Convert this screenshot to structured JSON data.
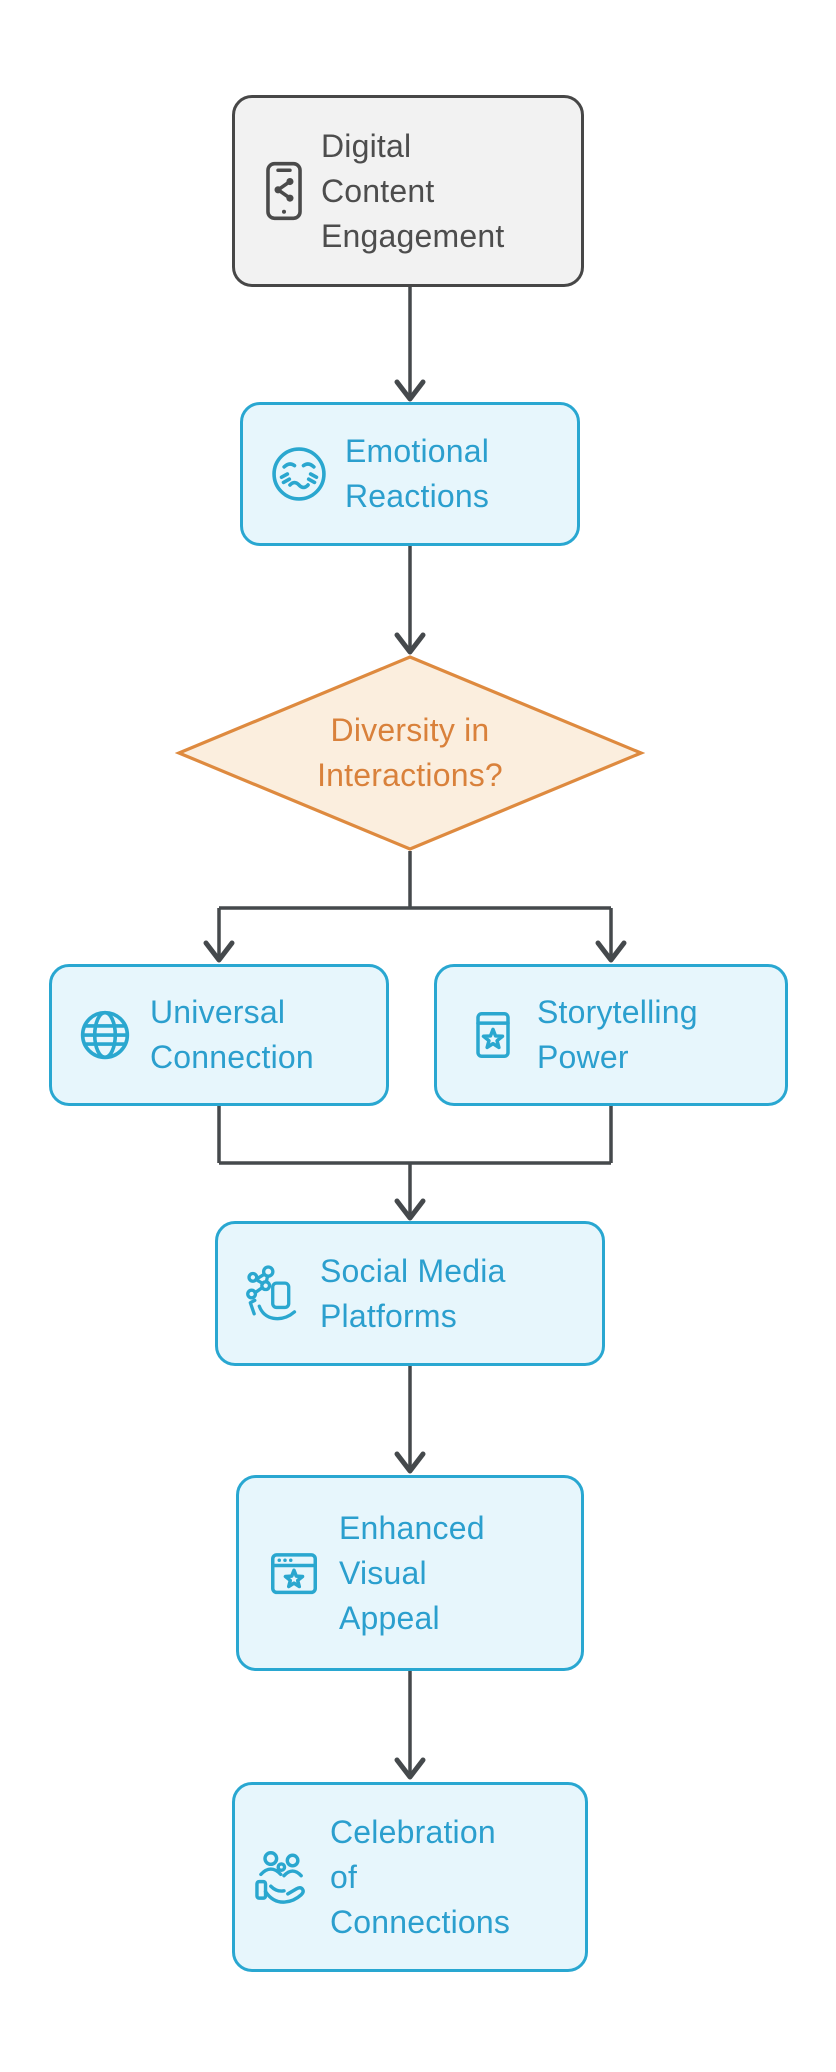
{
  "diagram_type": "flowchart",
  "nodes": {
    "digital_content_engagement": {
      "label": "Digital\nContent\nEngagement",
      "icon": "smartphone-share-icon",
      "shape": "rounded-rect",
      "style": "gray"
    },
    "emotional_reactions": {
      "label": "Emotional\nReactions",
      "icon": "flushed-face-icon",
      "shape": "rounded-rect",
      "style": "blue"
    },
    "diversity_in_interactions": {
      "label": "Diversity in\nInteractions?",
      "shape": "diamond",
      "style": "orange"
    },
    "universal_connection": {
      "label": "Universal\nConnection",
      "icon": "globe-icon",
      "shape": "rounded-rect",
      "style": "blue"
    },
    "storytelling_power": {
      "label": "Storytelling\nPower",
      "icon": "storybook-star-icon",
      "shape": "rounded-rect",
      "style": "blue"
    },
    "social_media_platforms": {
      "label": "Social Media\nPlatforms",
      "icon": "social-network-hand-icon",
      "shape": "rounded-rect",
      "style": "blue"
    },
    "enhanced_visual_appeal": {
      "label": "Enhanced\nVisual\nAppeal",
      "icon": "browser-star-icon",
      "shape": "rounded-rect",
      "style": "blue"
    },
    "celebration_of_connections": {
      "label": "Celebration\nof\nConnections",
      "icon": "people-hand-icon",
      "shape": "rounded-rect",
      "style": "blue"
    }
  },
  "edges": [
    {
      "from": "digital_content_engagement",
      "to": "emotional_reactions"
    },
    {
      "from": "emotional_reactions",
      "to": "diversity_in_interactions"
    },
    {
      "from": "diversity_in_interactions",
      "to": "universal_connection"
    },
    {
      "from": "diversity_in_interactions",
      "to": "storytelling_power"
    },
    {
      "from": "universal_connection",
      "to": "social_media_platforms"
    },
    {
      "from": "storytelling_power",
      "to": "social_media_platforms"
    },
    {
      "from": "social_media_platforms",
      "to": "enhanced_visual_appeal"
    },
    {
      "from": "enhanced_visual_appeal",
      "to": "celebration_of_connections"
    }
  ],
  "colors": {
    "background": "#ffffff",
    "node_fill_blue": "#e7f6fc",
    "node_border_blue": "#29a7d1",
    "node_text_blue": "#2b9fce",
    "icon_blue": "#2aa7cf",
    "start_fill_gray": "#f2f2f2",
    "start_border_gray": "#474747",
    "start_text_gray": "#4d4d4d",
    "decision_fill_orange": "#fbeede",
    "decision_border_orange": "#de8a3f",
    "decision_text_orange": "#d9813b",
    "connector_gray": "#45494c"
  }
}
